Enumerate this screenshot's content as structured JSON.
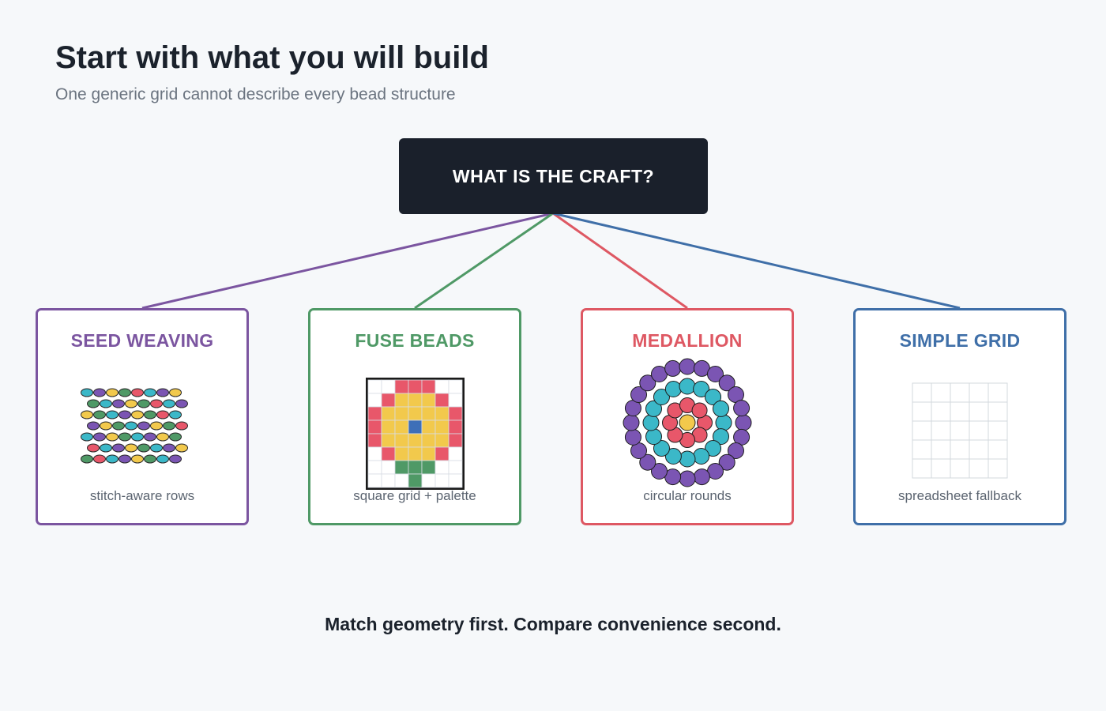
{
  "header": {
    "title": "Start with what you will build",
    "subtitle": "One generic grid cannot describe every bead structure"
  },
  "root": {
    "label": "WHAT IS THE CRAFT?"
  },
  "branches": [
    {
      "key": "seed",
      "title": "SEED WEAVING",
      "caption": "stitch-aware rows",
      "color": "#7b55a0"
    },
    {
      "key": "fuse",
      "title": "FUSE BEADS",
      "caption": "square grid + palette",
      "color": "#4f9966"
    },
    {
      "key": "medallion",
      "title": "MEDALLION",
      "caption": "circular rounds",
      "color": "#de5863"
    },
    {
      "key": "grid",
      "title": "SIMPLE GRID",
      "caption": "spreadsheet fallback",
      "color": "#3f6fa8"
    }
  ],
  "footer": {
    "text": "Match geometry first. Compare convenience second."
  },
  "bead_colors": {
    "purple": "#7b55b3",
    "teal": "#3bb8c8",
    "green": "#4f9966",
    "pink": "#e8576a",
    "yellow": "#f2c94c",
    "blue": "#3e6fb8"
  }
}
